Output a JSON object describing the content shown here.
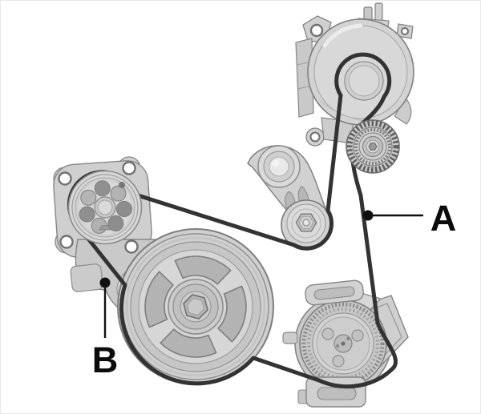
{
  "diagram": {
    "type": "engine-accessory-drive-belt-routing",
    "background_color": "#ffffff",
    "belt_color": "#333333",
    "leader_color": "#101010",
    "metal_light": "#d6d6d6",
    "metal_mid": "#c9c9c9",
    "outline_color": "#828282",
    "labels": [
      {
        "id": "A",
        "text": "A",
        "points_to": "belt-run-alternator-to-compressor"
      },
      {
        "id": "B",
        "text": "B",
        "points_to": "belt-run-water-pump-to-crankshaft"
      }
    ],
    "components": [
      {
        "id": "alternator"
      },
      {
        "id": "alternator-pulley"
      },
      {
        "id": "belt-tensioner"
      },
      {
        "id": "tensioner-pulley"
      },
      {
        "id": "water-pump"
      },
      {
        "id": "water-pump-pulley"
      },
      {
        "id": "crankshaft-pulley"
      },
      {
        "id": "ac-compressor"
      },
      {
        "id": "ac-compressor-clutch-pulley"
      },
      {
        "id": "drive-belt"
      }
    ]
  }
}
